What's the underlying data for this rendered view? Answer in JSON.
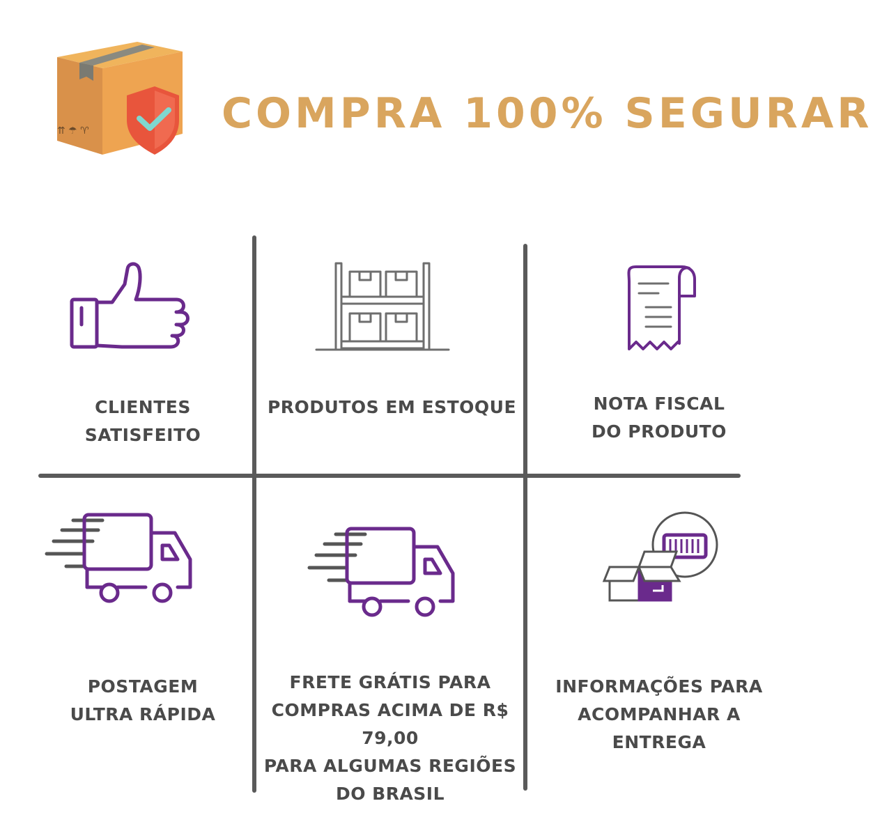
{
  "header": {
    "title": "COMPRA 100% SEGURAR",
    "logo_icon": "shipping-box-shield-icon"
  },
  "colors": {
    "title_gold": "#d9a55e",
    "icon_purple": "#6a2a8c",
    "text_grey": "#4a4a4a",
    "divider_grey": "#5a5a5a"
  },
  "features": [
    {
      "icon": "thumbs-up-icon",
      "lines": [
        "CLIENTES SATISFEITO"
      ]
    },
    {
      "icon": "warehouse-shelf-icon",
      "lines": [
        "PRODUTOS EM ESTOQUE"
      ]
    },
    {
      "icon": "receipt-icon",
      "lines": [
        "NOTA FISCAL",
        "DO PRODUTO"
      ]
    },
    {
      "icon": "fast-truck-icon",
      "lines": [
        "POSTAGEM",
        "ULTRA RÁPIDA"
      ]
    },
    {
      "icon": "delivery-truck-icon",
      "lines": [
        "FRETE GRÁTIS PARA",
        "COMPRAS ACIMA DE R$ 79,00",
        "PARA ALGUMAS REGIÕES",
        "DO BRASIL"
      ]
    },
    {
      "icon": "package-tracking-icon",
      "lines": [
        "INFORMAÇÕES PARA",
        "ACOMPANHAR A ENTREGA"
      ]
    }
  ]
}
